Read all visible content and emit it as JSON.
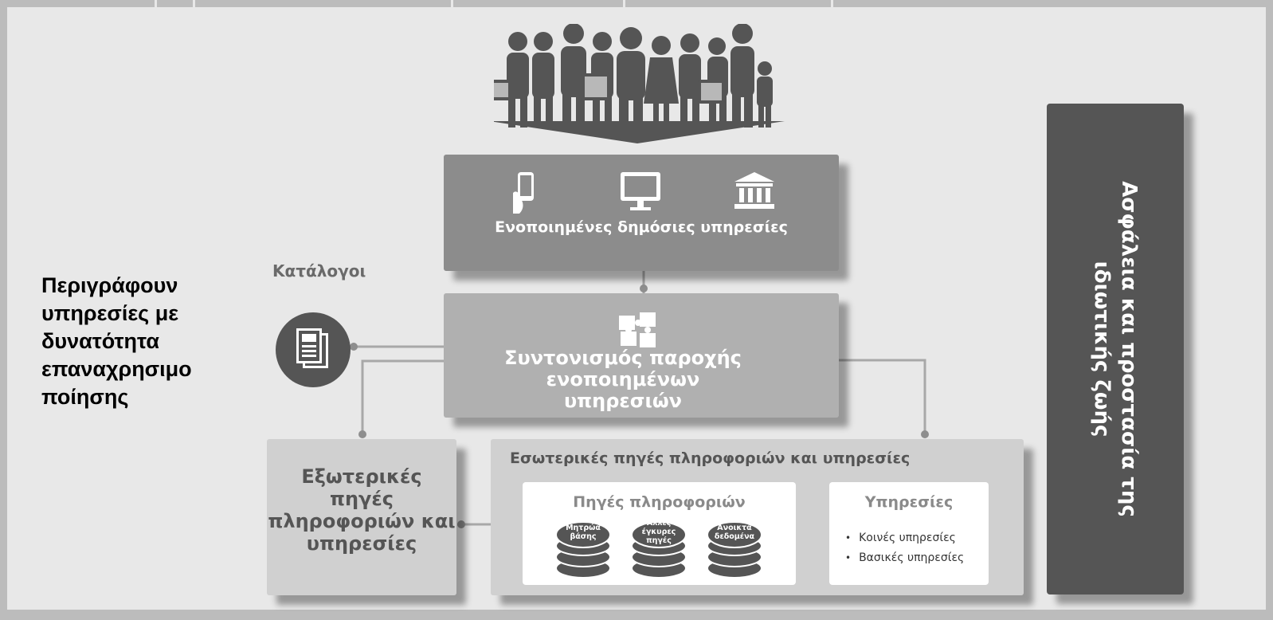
{
  "diagram": {
    "unified_services": {
      "title": "Ενοποιημένες δημόσιες υπηρεσίες",
      "icons": [
        "smartphone-icon",
        "monitor-icon",
        "public-building-icon"
      ]
    },
    "catalogs": {
      "label": "Κατάλογοι",
      "icon": "documents-icon"
    },
    "coordination": {
      "title": "Συντονισμός παροχής ενοποιημένων υπηρεσιών",
      "icon": "puzzle-icon"
    },
    "left_note": "Περιγράφουν υπηρεσίες με δυνατότητα επαναχρησιμο ποίησης",
    "external_sources": {
      "title": "Εξωτερικές πηγές πληροφοριών και υπηρεσίες"
    },
    "internal_sources": {
      "title": "Εσωτερικές πηγές πληροφοριών και υπηρεσίες",
      "information_sources": {
        "title": "Πηγές πληροφοριών",
        "databases": [
          {
            "label": "Μητρώα βάσης"
          },
          {
            "label": "Άλλες έγκυρες πηγές"
          },
          {
            "label": "Ανοικτά δεδομένα"
          }
        ]
      },
      "services": {
        "title": "Υπηρεσίες",
        "items": [
          "Κοινές υπηρεσίες",
          "Βασικές υπηρεσίες"
        ]
      }
    },
    "security": {
      "title": "Ασφάλεια και προστασία της ιδιωτικής ζωής"
    },
    "colors": {
      "background": "#e8e8e8",
      "dark": "#555555",
      "mid": "#8c8c8c",
      "light": "#b0b0b0",
      "lighter": "#d0d0d0"
    }
  }
}
